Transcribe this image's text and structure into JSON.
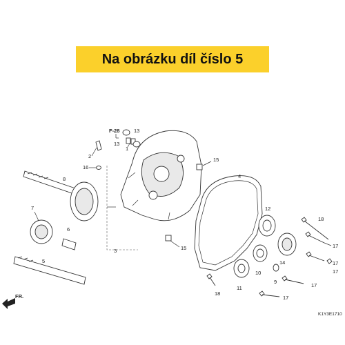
{
  "banner": {
    "text": "Na obrázku díl číslo 5",
    "color": "#fbd02b"
  },
  "diagram": {
    "page_ref": "F-28",
    "code": "K1Y3E1710",
    "direction_label": "FR.",
    "callouts": {
      "p1": "1",
      "p2": "2",
      "p3": "3",
      "p4": "4",
      "p5": "5",
      "p6": "6",
      "p7": "7",
      "p8": "8",
      "p9": "9",
      "p10": "10",
      "p11": "11",
      "p12": "12",
      "p13a": "13",
      "p13b": "13",
      "p14": "14",
      "p15a": "15",
      "p15b": "15",
      "p16": "16",
      "p17a": "17",
      "p17b": "17",
      "p17c": "17",
      "p17d": "17",
      "p17e": "17",
      "p18a": "18",
      "p18b": "18"
    }
  }
}
